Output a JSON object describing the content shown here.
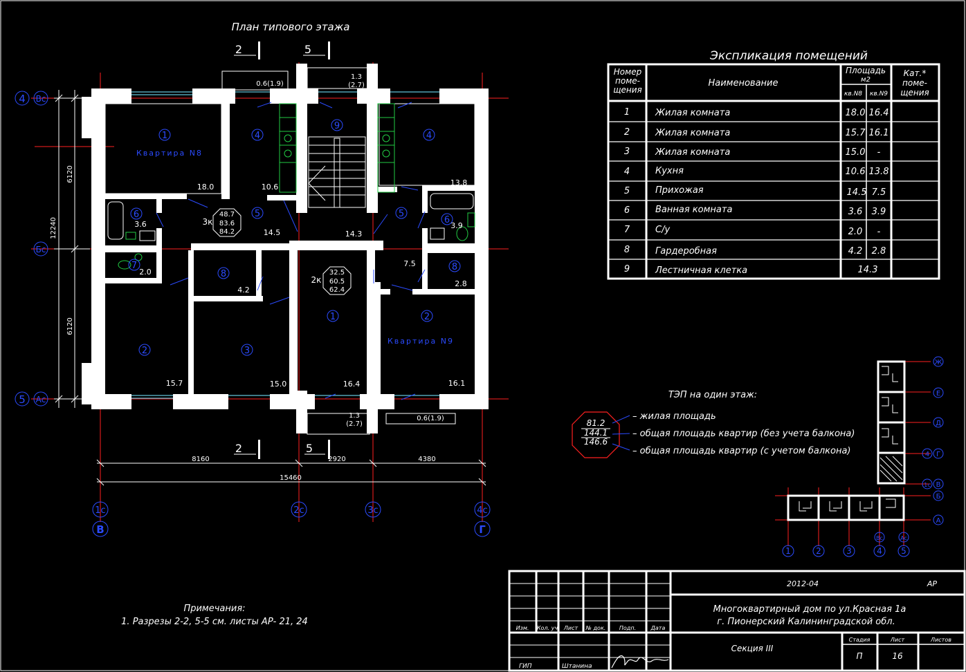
{
  "plan": {
    "title": "План типового этажа",
    "section_marks": [
      "2",
      "5",
      "2",
      "5"
    ],
    "apartment_8": "Квартира N8",
    "apartment_9": "Квартира N9",
    "balcony_top_left": "0.6(1.9)",
    "balcony_top_mid": [
      "1.3",
      "(2.7)"
    ],
    "balcony_bottom_mid": [
      "1.3",
      "(2.7)"
    ],
    "balcony_bottom_right": "0.6(1.9)",
    "room_numbers": {
      "a8_r1": "1",
      "a8_r4": "4",
      "stair": "9",
      "a9_r4": "4",
      "a8_r6": "6",
      "a8_r5": "5",
      "a9_r5": "5",
      "a9_r6": "6",
      "a8_r7": "7",
      "a8_r8": "8",
      "a9_r8": "8",
      "a8_r2": "2",
      "a8_r3": "3",
      "a9_r1": "1",
      "a9_r2": "2"
    },
    "areas": {
      "a8_r1": "18.0",
      "a8_r4": "10.6",
      "a9_r4": "13.8",
      "a8_r6": "3.6",
      "a8_r5": "14.5",
      "stair": "14.3",
      "a9_r6": "3.9",
      "a8_r7": "2.0",
      "a8_r8": "4.2",
      "a9_r7": "7.5",
      "a9_r8": "2.8",
      "a8_r2": "15.7",
      "a8_r3": "15.0",
      "a9_r1": "16.4",
      "a9_r2": "16.1"
    },
    "apt8_badge": {
      "rooms": "3к",
      "values": [
        "48.7",
        "83.6",
        "84.2"
      ]
    },
    "apt9_badge": {
      "rooms": "2к",
      "values": [
        "32.5",
        "60.5",
        "62.4"
      ]
    },
    "axes_left": [
      "4",
      "Вс",
      "Бс",
      "5",
      "Ас"
    ],
    "axes_bottom": [
      "1с",
      "2с",
      "3с",
      "4с",
      "В",
      "Г"
    ],
    "dims_vertical": [
      "6120",
      "12240",
      "6120"
    ],
    "dims_horizontal": [
      "8160",
      "2920",
      "4380",
      "15460"
    ]
  },
  "explication": {
    "title": "Экспликация помещений",
    "headers": {
      "num": [
        "Номер",
        "поме-",
        "щения"
      ],
      "name": "Наименование",
      "area": [
        "Площадь",
        "м2"
      ],
      "area_cols": [
        "кв.N8",
        "кв.N9"
      ],
      "cat": [
        "Кат.*",
        "поме-",
        "щения"
      ]
    },
    "rows": [
      {
        "n": "1",
        "name": "Жилая комната",
        "a": "18.0",
        "b": "16.4"
      },
      {
        "n": "2",
        "name": "Жилая комната",
        "a": "15.7",
        "b": "16.1"
      },
      {
        "n": "3",
        "name": "Жилая комната",
        "a": "15.0",
        "b": "-"
      },
      {
        "n": "4",
        "name": "Кухня",
        "a": "10.6",
        "b": "13.8"
      },
      {
        "n": "5",
        "name": "Прихожая",
        "a": "14.5",
        "b": "7.5"
      },
      {
        "n": "6",
        "name": "Ванная комната",
        "a": "3.6",
        "b": "3.9"
      },
      {
        "n": "7",
        "name": "С/у",
        "a": "2.0",
        "b": "-"
      },
      {
        "n": "8",
        "name": "Гардеробная",
        "a": "4.2",
        "b": "2.8"
      },
      {
        "n": "9",
        "name": "Лестничная клетка",
        "a": "14.3",
        "b": ""
      }
    ]
  },
  "tep": {
    "title": "ТЭП на один этаж:",
    "values": [
      "81.2",
      "144.1",
      "146.6"
    ],
    "labels": [
      "– жилая площадь",
      "– общая площадь квартир (без учета балкона)",
      "– общая площадь квартир (с учетом балкона)"
    ]
  },
  "keyplan": {
    "axes_right": [
      "Ж",
      "Е",
      "Д",
      "Г",
      "В",
      "Б",
      "А"
    ],
    "axes_right_extra": [
      "4",
      "1с"
    ],
    "axes_bottom": [
      "1",
      "2",
      "3",
      "4",
      "5"
    ],
    "axes_bottom_extra": [
      "Вс",
      "Ас"
    ]
  },
  "notes": {
    "title": "Примечания:",
    "line1": "1. Разрезы 2-2, 5-5 см. листы АР- 21, 24"
  },
  "stamp": {
    "code": "2012-04",
    "mark": "АР",
    "project_line1": "Многоквартирный дом по ул.Красная 1а",
    "project_line2": "г. Пионерский Калининградской обл.",
    "sheet_title": "Секция III",
    "col_headers": [
      "Изм.",
      "Кол. уч",
      "Лист",
      "№ док.",
      "Подп.",
      "Дата"
    ],
    "stage_header": "Стадия",
    "sheet_header": "Лист",
    "sheets_header": "Листов",
    "stage": "П",
    "sheet": "16",
    "role": "ГИП",
    "person": "Штанина"
  }
}
